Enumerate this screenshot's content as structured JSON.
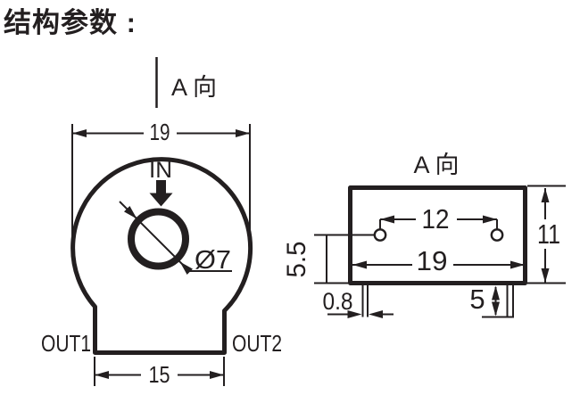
{
  "title": "结构参数 :",
  "colors": {
    "ink": "#231f20",
    "paper": "#ffffff"
  },
  "front_view": {
    "view_direction_label": "A 向",
    "overall_width": "19",
    "input_label": "IN",
    "hole_diameter": "Ø7",
    "output_left": "OUT1",
    "output_right": "OUT2",
    "base_width": "15"
  },
  "view_a": {
    "view_label": "A 向",
    "pin_spacing": "12",
    "body_width": "19",
    "body_height": "11",
    "pin_row_height": "5.5",
    "pin_thickness": "0.8",
    "pin_length": "5"
  }
}
